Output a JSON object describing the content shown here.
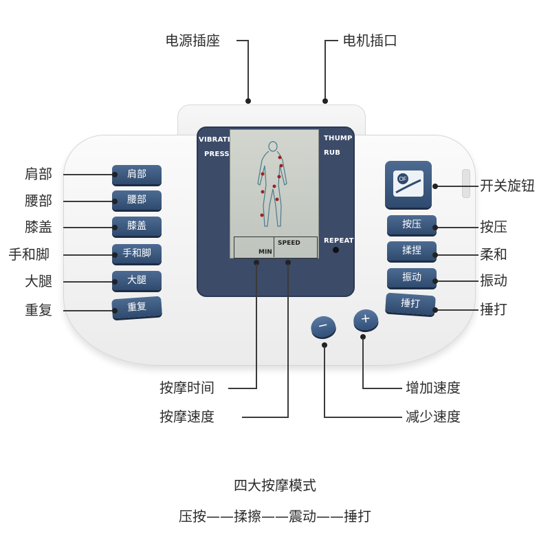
{
  "callouts": {
    "top_left": "电源插座",
    "top_right": "电机插口",
    "left": [
      "肩部",
      "腰部",
      "膝盖",
      "手和脚",
      "大腿",
      "重复"
    ],
    "right": [
      "开关旋钮",
      "按压",
      "柔和",
      "振动",
      "捶打"
    ],
    "bottom_left_1": "按摩时间",
    "bottom_left_2": "按摩速度",
    "bottom_right_1": "增加速度",
    "bottom_right_2": "减少速度"
  },
  "device": {
    "mode_labels": {
      "vibrate": "VIBRATE",
      "press": "PRESS",
      "thump": "THUMP",
      "rub": "RUB",
      "repeat": "REPEAT"
    },
    "lcd": {
      "min": "MIN",
      "speed": "SPEED"
    },
    "left_buttons": [
      "肩部",
      "腰部",
      "膝盖",
      "手和脚",
      "大腿",
      "重复"
    ],
    "right_buttons": [
      "按压",
      "揉捏",
      "振动",
      "捶打"
    ],
    "power_button": "OF",
    "minus": "−",
    "plus": "+"
  },
  "caption": {
    "title": "四大按摩模式",
    "sequence": "压按——揉擦——震动——捶打"
  },
  "colors": {
    "button": "#3d5a82",
    "screen_bezel": "#3b4b68",
    "lcd": "#c9cdc6",
    "leader": "#3a3a3a"
  }
}
